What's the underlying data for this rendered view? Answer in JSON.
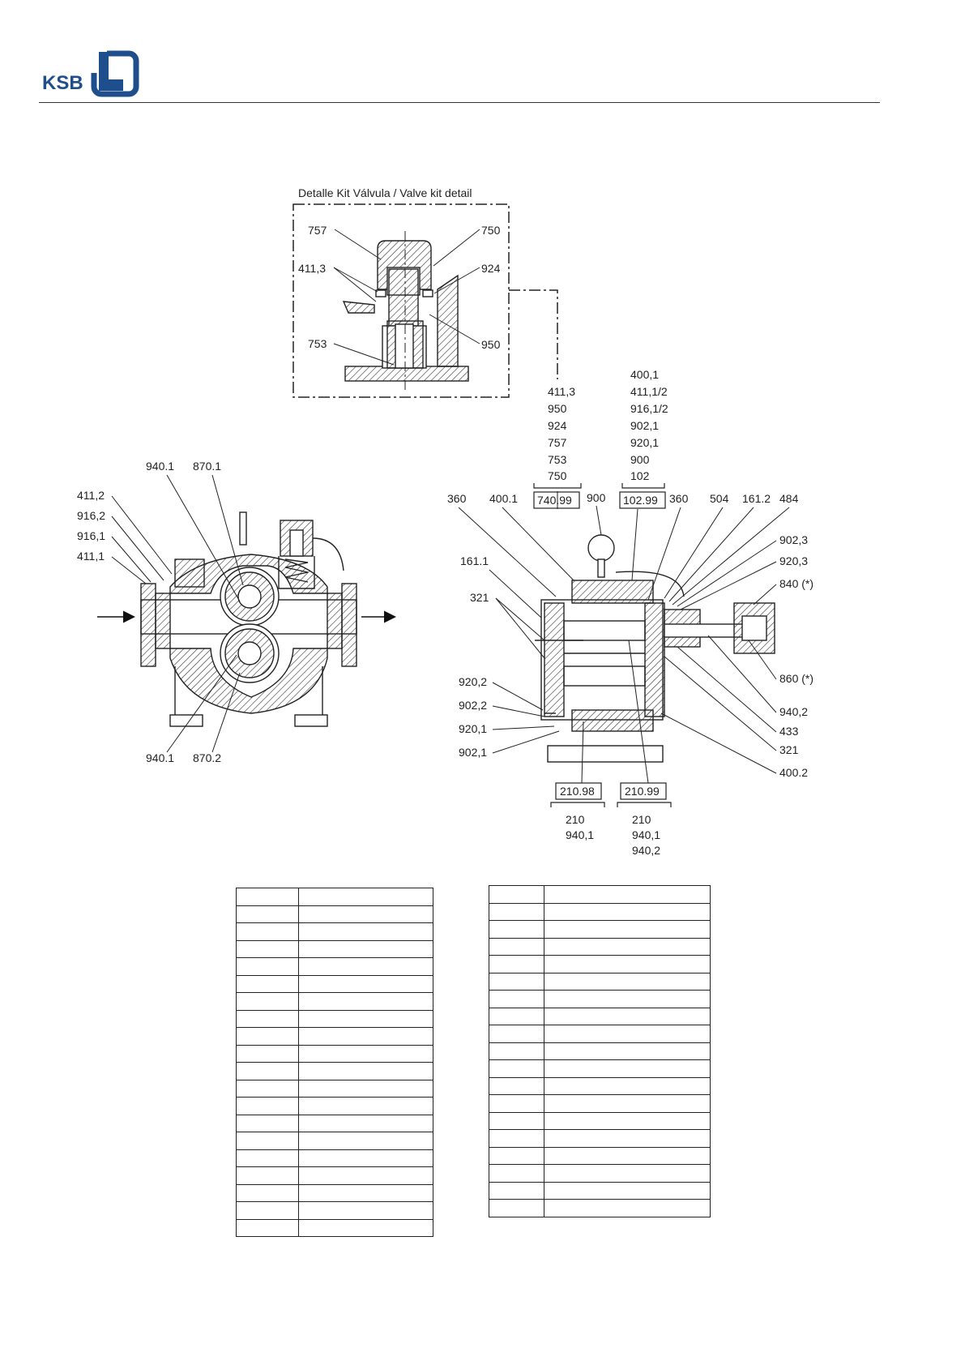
{
  "logo": {
    "text": "KSB"
  },
  "valve_kit": {
    "title": "Detalle Kit Válvula / Valve kit detail",
    "labels": [
      "757",
      "750",
      "411,3",
      "924",
      "753",
      "950"
    ]
  },
  "kit_groups": {
    "kit_740": {
      "code": "740.99",
      "items": [
        "411,3",
        "950",
        "924",
        "757",
        "753",
        "750"
      ]
    },
    "kit_102": {
      "code": "102.99",
      "items": [
        "400,1",
        "411,1/2",
        "916,1/2",
        "902,1",
        "920,1",
        "900",
        "102"
      ]
    },
    "kit_210_98": {
      "code": "210.98",
      "items": [
        "210",
        "940,1"
      ]
    },
    "kit_210_99": {
      "code": "210.99",
      "items": [
        "210",
        "940,1",
        "940,2"
      ]
    }
  },
  "left_view": {
    "labels": [
      "940.1",
      "870.1",
      "411,2",
      "916,2",
      "916,1",
      "411,1",
      "940.1",
      "870.2"
    ]
  },
  "right_view": {
    "labels_top": [
      "360",
      "400.1",
      "900",
      "360",
      "504",
      "161.2",
      "484"
    ],
    "labels_left": [
      "161.1",
      "321",
      "920,2",
      "902,2",
      "920,1",
      "902,1"
    ],
    "labels_right": [
      "902,3",
      "920,3",
      "840 (*)",
      "860 (*)",
      "940,2",
      "433",
      "321",
      "400.2"
    ]
  },
  "table_left": {
    "rows": 20
  },
  "table_right": {
    "rows": 19
  }
}
